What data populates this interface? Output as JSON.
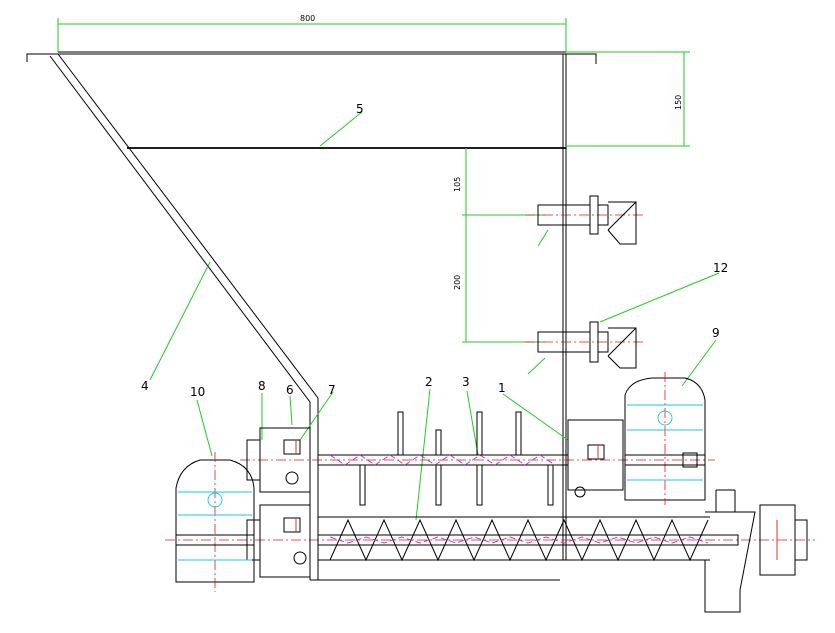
{
  "dimensions": {
    "top_width": "800",
    "right_height": "150",
    "upper_gap": "105",
    "sensor_spacing": "200"
  },
  "part_labels": {
    "p1": "1",
    "p2": "2",
    "p3": "3",
    "p4": "4",
    "p5": "5",
    "p6": "6",
    "p7": "7",
    "p8": "8",
    "p9": "9",
    "p10": "10",
    "p12": "12"
  },
  "colors": {
    "outline": "#000000",
    "dimension": "#22cc22",
    "centerline": "#e41a1a",
    "screw_flight": "#cc22cc",
    "motor_detail": "#1cc8d8"
  }
}
